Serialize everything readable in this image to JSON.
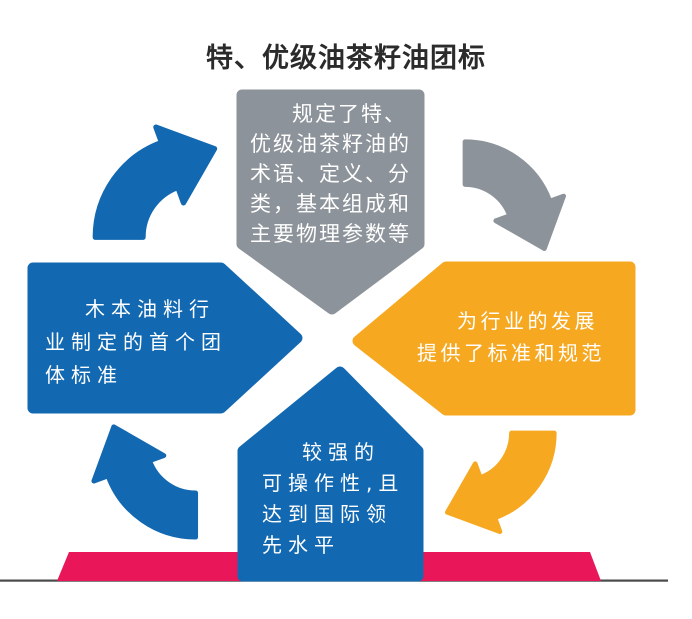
{
  "title": "特、优级油茶籽油团标",
  "segments": {
    "top": {
      "label": "standard-scope",
      "color": "#8D939A",
      "text": "规定了特、\n优级油茶籽油的\n术语、定义、分\n类，基本组成和\n主要物理参数等"
    },
    "left": {
      "label": "first-group-standard",
      "color": "#1268B1",
      "text": "木本油料行\n业制定的首个团\n体标准"
    },
    "right": {
      "label": "industry-norms",
      "color": "#F6A820",
      "text": "为行业的发展\n提供了标准和规范"
    },
    "bottom": {
      "label": "operability",
      "color": "#1268B1",
      "text": "较强的\n可操作性,且\n达到国际领\n先水平"
    }
  },
  "arrows": {
    "top_left": {
      "color": "#1268B1",
      "direction": "up-right"
    },
    "top_right": {
      "color": "#8D939A",
      "direction": "down"
    },
    "bottom_right": {
      "color": "#F6A820",
      "direction": "left"
    },
    "bottom_left": {
      "color": "#1268B1",
      "direction": "up"
    }
  },
  "banner": {
    "color": "#E9175A"
  },
  "baseline": {
    "color": "#4A4A4A"
  }
}
